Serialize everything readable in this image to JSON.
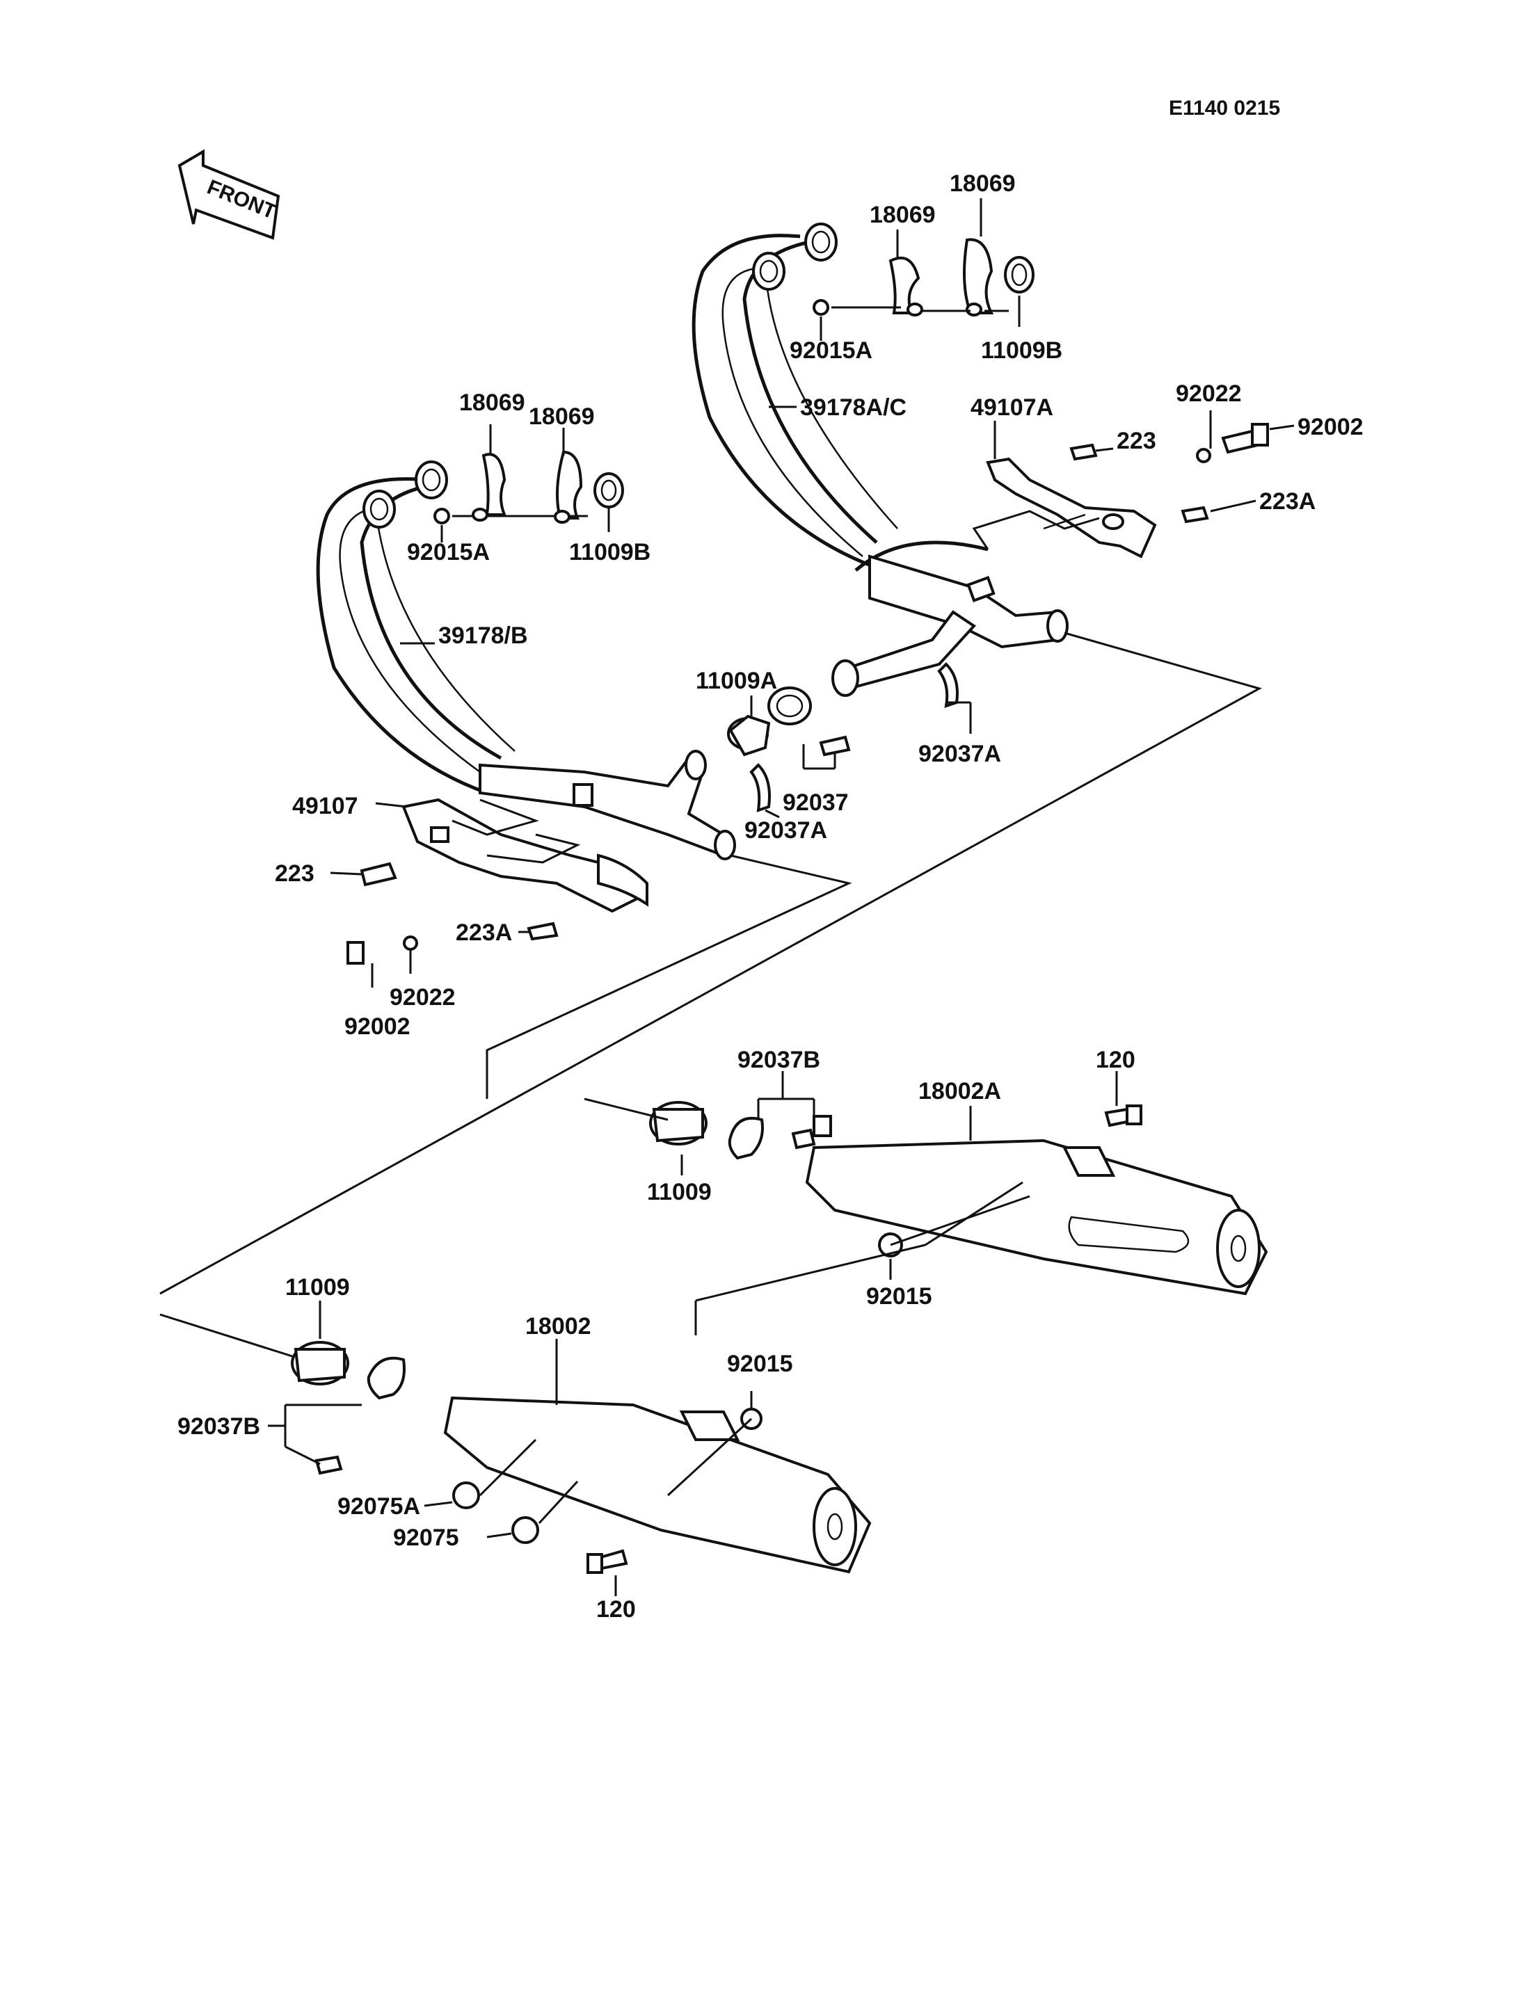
{
  "diagram_code": "E1140 0215",
  "front_label": "FRONT",
  "labels": {
    "l_18069_a": "18069",
    "l_18069_b": "18069",
    "l_18069_c": "18069",
    "l_18069_d": "18069",
    "l_92015A_a": "92015A",
    "l_92015A_b": "92015A",
    "l_11009B_a": "11009B",
    "l_11009B_b": "11009B",
    "l_39178AC": "39178A/C",
    "l_39178B": "39178/B",
    "l_49107A": "49107A",
    "l_49107": "49107",
    "l_92022_a": "92022",
    "l_92022_b": "92022",
    "l_92002_a": "92002",
    "l_92002_b": "92002",
    "l_223_a": "223",
    "l_223_b": "223",
    "l_223A_a": "223A",
    "l_223A_b": "223A",
    "l_11009A": "11009A",
    "l_92037": "92037",
    "l_92037A_a": "92037A",
    "l_92037A_b": "92037A",
    "l_92037B_a": "92037B",
    "l_92037B_b": "92037B",
    "l_11009_a": "11009",
    "l_11009_b": "11009",
    "l_18002A": "18002A",
    "l_18002": "18002",
    "l_120_a": "120",
    "l_120_b": "120",
    "l_92015_a": "92015",
    "l_92015_b": "92015",
    "l_92075A": "92075A",
    "l_92075": "92075"
  }
}
